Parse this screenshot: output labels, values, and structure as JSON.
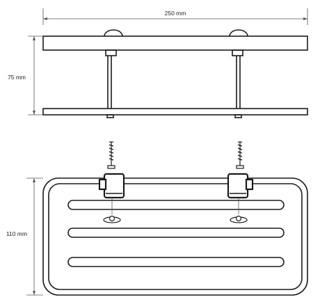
{
  "dimensions": {
    "width_label": "250 mm",
    "front_height_label": "75 mm",
    "depth_label": "110 mm"
  }
}
